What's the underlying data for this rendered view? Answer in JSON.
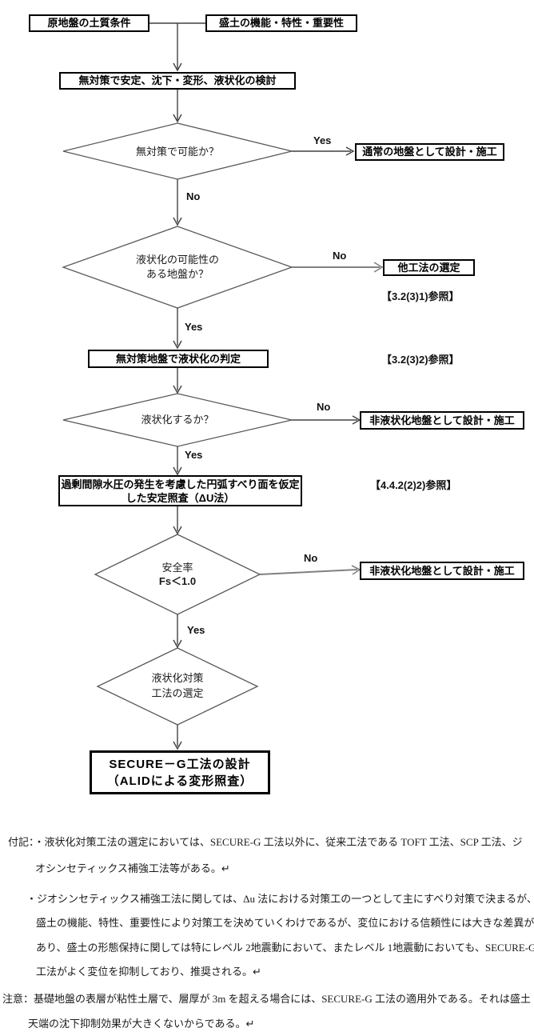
{
  "flowchart": {
    "nodes": {
      "soil": "原地盤の土質条件",
      "embankment": "盛土の機能・特性・重要性",
      "study": "無対策で安定、沈下・変形、液状化の検討",
      "normal_ground": "通常の地盤として設計・施工",
      "other_method": "他工法の選定",
      "judgment": "無対策地盤で液状化の判定",
      "nonliquefaction": "非液状化地盤として設計・施工",
      "stability_line1": "過剰間隙水圧の発生を考慮した円弧すべり面を仮定",
      "stability_line2": "した安定照査（ΔU法）",
      "secure_line1": "SECURE－G工法の設計",
      "secure_line2": "（ALIDによる変形照査）"
    },
    "decisions": {
      "d1": "無対策で可能か？",
      "d2_line1": "液状化の可能性の",
      "d2_line2": "ある地盤か？",
      "d3": "液状化するか？",
      "d4_line1": "安全率",
      "d4_line2": "Fs＜1.0",
      "d5_line1": "液状化対策",
      "d5_line2": "工法の選定"
    },
    "labels": {
      "yes": "Yes",
      "no": "No"
    },
    "references": {
      "ref1": "【3.2(3)1)参照】",
      "ref2": "【3.2(3)2)参照】",
      "ref3": "【4.4.2(2)2)参照】"
    }
  },
  "notes": {
    "lines": [
      {
        "text": "付記：・液状化対策工法の選定においては、SECURE-G 工法以外に、従来工法である TOFT 工法、SCP 工法、ジ"
      },
      {
        "text": "オシンセティックス補強工法等がある。↵"
      },
      {
        "text": "・ジオシンセティックス補強工法に関しては、Δu 法における対策工の一つとして主にすべり対策で決まるが、"
      },
      {
        "text": "盛土の機能、特性、重要性により対策工を決めていくわけであるが、変位における信頼性には大きな差異が"
      },
      {
        "text": "あり、盛土の形態保持に関しては特にレベル 2地震動において、またレベル 1地震動においても、SECURE-G"
      },
      {
        "text": "工法がよく変位を抑制しており、推奨される。↵"
      },
      {
        "text": "注意：基礎地盤の表層が粘性土層で、層厚が 3m を超える場合には、SECURE-G 工法の適用外である。それは盛土"
      },
      {
        "text": "天端の沈下抑制効果が大きくないからである。↵"
      }
    ]
  },
  "colors": {
    "line": "#404040",
    "gray_line": "#808080",
    "diamond_stroke": "#595959",
    "border": "#000000"
  }
}
